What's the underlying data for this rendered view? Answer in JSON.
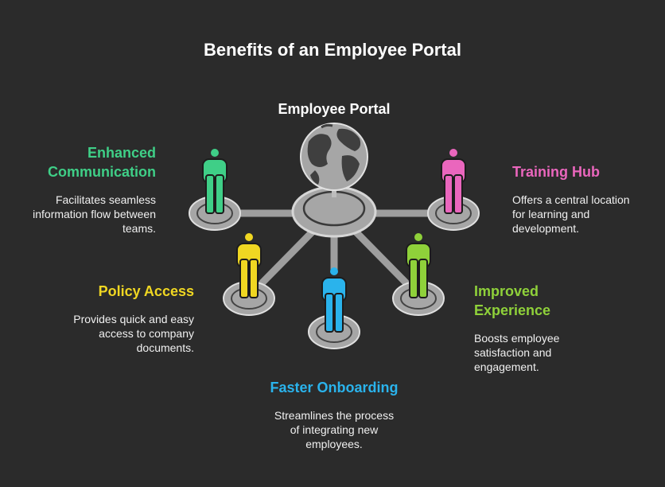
{
  "title": "Benefits of an Employee Portal",
  "hub": {
    "label": "Employee Portal",
    "icon": "globe-icon"
  },
  "colors": {
    "background": "#2b2b2b",
    "line": "#9e9e9e",
    "platform": "#a6a6a6",
    "communication": "#3fcf87",
    "policy": "#f0d722",
    "onboarding": "#2ab3ec",
    "experience": "#8fd13a",
    "training": "#ea66bd"
  },
  "nodes": {
    "communication": {
      "title_line1": "Enhanced",
      "title_line2": "Communication",
      "desc_line1": "Facilitates seamless",
      "desc_line2": "information flow between",
      "desc_line3": "teams.",
      "icon": "person-icon"
    },
    "policy": {
      "title_line1": "Policy Access",
      "desc_line1": "Provides quick and easy",
      "desc_line2": "access to company",
      "desc_line3": "documents.",
      "icon": "person-icon"
    },
    "onboarding": {
      "title_line1": "Faster Onboarding",
      "desc_line1": "Streamlines the process",
      "desc_line2": "of integrating new",
      "desc_line3": "employees.",
      "icon": "person-icon"
    },
    "experience": {
      "title_line1": "Improved",
      "title_line2": "Experience",
      "desc_line1": "Boosts employee",
      "desc_line2": "satisfaction and",
      "desc_line3": "engagement.",
      "icon": "person-icon"
    },
    "training": {
      "title_line1": "Training Hub",
      "desc_line1": "Offers a central location",
      "desc_line2": "for learning and",
      "desc_line3": "development.",
      "icon": "person-icon"
    }
  }
}
